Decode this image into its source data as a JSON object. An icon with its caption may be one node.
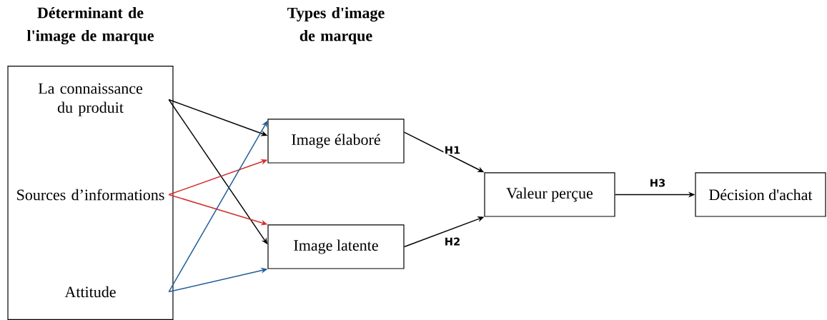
{
  "diagram": {
    "nodes": [
      {
        "text": [
          "Déterminant de l'image de marque"
        ]
      },
      {
        "text": [
          "La connaissance du produit"
        ],
        "in": 0
      },
      {
        "text": [
          "Sources d’informations"
        ],
        "in": 0
      },
      {
        "text": [
          "Attitude"
        ],
        "in": 0
      },
      {
        "text": [
          "Image élaboré"
        ]
      },
      {
        "text": [
          "Image latente"
        ]
      },
      {
        "text": [
          "Valeur perçue"
        ]
      },
      {
        "text": [
          "Décision d'achat"
        ]
      }
    ],
    "edges": [
      {
        "from": 1,
        "to": 4,
        "arrow": "to"
      },
      {
        "from": 1,
        "to": 5,
        "arrow": "to"
      },
      {
        "from": 2,
        "to": 4,
        "arrow": "to",
        "color": "#d0312d"
      },
      {
        "from": 2,
        "to": 5,
        "arrow": "to",
        "color": "#d0312d"
      },
      {
        "from": 3,
        "to": 4,
        "arrow": "to",
        "color": "#1f5c99"
      },
      {
        "from": 3,
        "to": 5,
        "arrow": "to",
        "color": "#1f5c99"
      },
      {
        "from": 4,
        "to": 6,
        "arrow": "to",
        "label": "H1"
      },
      {
        "from": 5,
        "to": 6,
        "arrow": "to",
        "label": "H2"
      },
      {
        "from": 6,
        "to": 7,
        "arrow": "to",
        "label": "H3"
      }
    ],
    "labels": [
      "Types d'image de marque"
    ]
  }
}
